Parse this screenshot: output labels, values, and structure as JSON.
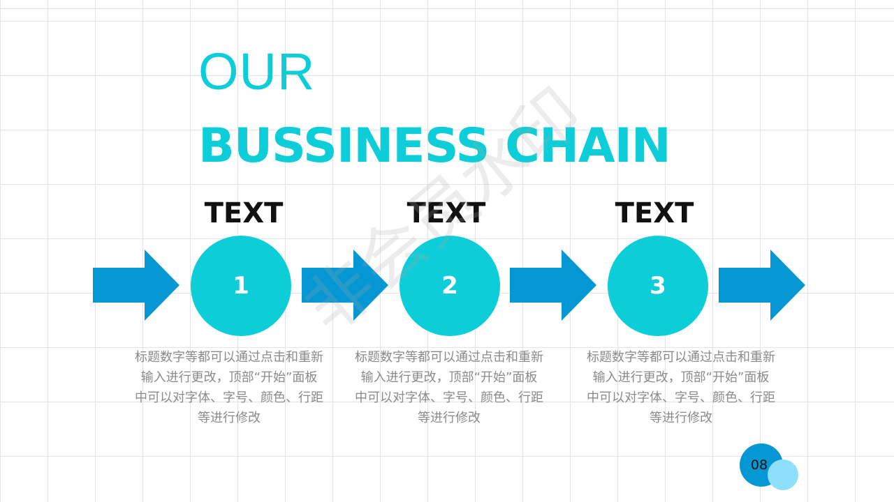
{
  "title": {
    "line1": "OUR",
    "line2": "BUSSINESS CHAIN"
  },
  "watermark": "非会员水印",
  "colors": {
    "accent": "#0ccdd8",
    "arrow": "#0596d4",
    "page_badge": "#0596d4",
    "page_badge_light": "#8ee0fa"
  },
  "steps": [
    {
      "title": "TEXT",
      "number": "1",
      "desc": "标题数字等都可以通过点击和重新输入进行更改，顶部“开始”面板中可以对字体、字号、颜色、行距等进行修改"
    },
    {
      "title": "TEXT",
      "number": "2",
      "desc": "标题数字等都可以通过点击和重新输入进行更改，顶部“开始”面板中可以对字体、字号、颜色、行距等进行修改"
    },
    {
      "title": "TEXT",
      "number": "3",
      "desc": "标题数字等都可以通过点击和重新输入进行更改，顶部“开始”面板中可以对字体、字号、颜色、行距等进行修改"
    }
  ],
  "page_number": "08"
}
